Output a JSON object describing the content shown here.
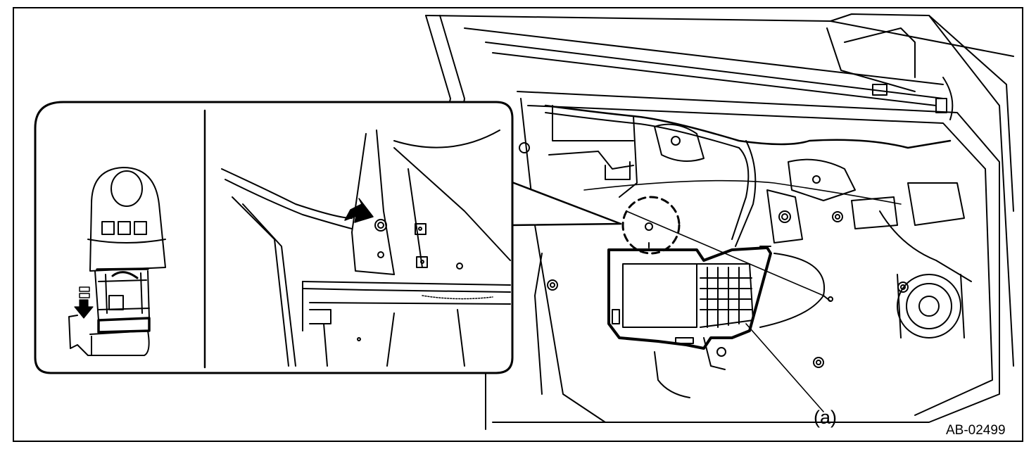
{
  "diagram": {
    "callouts": [
      {
        "id": "a",
        "label": "(a)"
      }
    ],
    "figure_id": "AB-02499"
  },
  "colors": {
    "line": "#000000",
    "background": "#ffffff"
  }
}
